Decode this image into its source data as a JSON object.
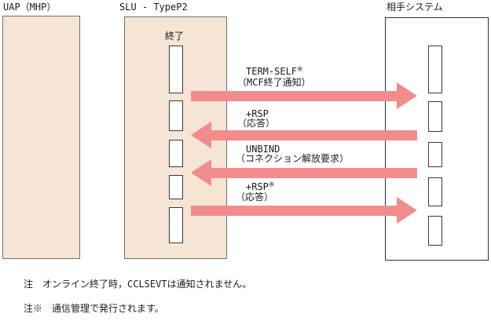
{
  "diagram": {
    "columns": [
      {
        "id": "uap",
        "label": "UAP（MHP）"
      },
      {
        "id": "slu",
        "label": "SLU - TypeP2",
        "inner_label": "終了"
      },
      {
        "id": "partner",
        "label": "相手システム"
      }
    ],
    "messages": [
      {
        "name": "TERM-SELF",
        "sup": "※",
        "desc": "（MCF終了通知）",
        "direction": "right"
      },
      {
        "name": "+RSP",
        "sup": "",
        "desc": "（応答）",
        "direction": "left"
      },
      {
        "name": "UNBIND",
        "sup": "",
        "desc": "（コネクション解放要求）",
        "direction": "left"
      },
      {
        "name": "+RSP",
        "sup": "※",
        "desc": "（応答）",
        "direction": "right"
      }
    ],
    "notes": [
      "注　オンライン終了時，CCLSEVTは通知されません。",
      "注※　通信管理で発行されます。"
    ],
    "colors": {
      "box_fill": "#f6e5d4",
      "arrow": "#f28c8c",
      "outer_border": "#6f6f6f",
      "inner_border": "#3a3a3a"
    }
  }
}
